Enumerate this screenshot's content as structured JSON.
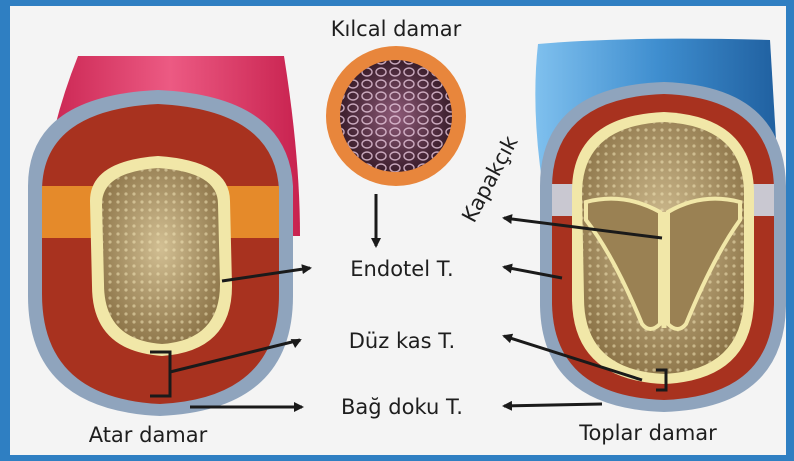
{
  "labels": {
    "capillary": "Kılcal damar",
    "valve": "Kapakçık",
    "endothelium": "Endotel T.",
    "smooth_muscle": "Düz kas T.",
    "connective": "Bağ doku T.",
    "artery": "Atar damar",
    "vein": "Toplar damar"
  },
  "colors": {
    "border": "#2f7fc2",
    "artery_tube": "#e0406c",
    "vein_tube": "#3f8ecf",
    "muscle": "#a8321f",
    "connective": "#8fa4bd",
    "endothelium": "#f1e7a8",
    "lumen": "#b39a6c"
  }
}
